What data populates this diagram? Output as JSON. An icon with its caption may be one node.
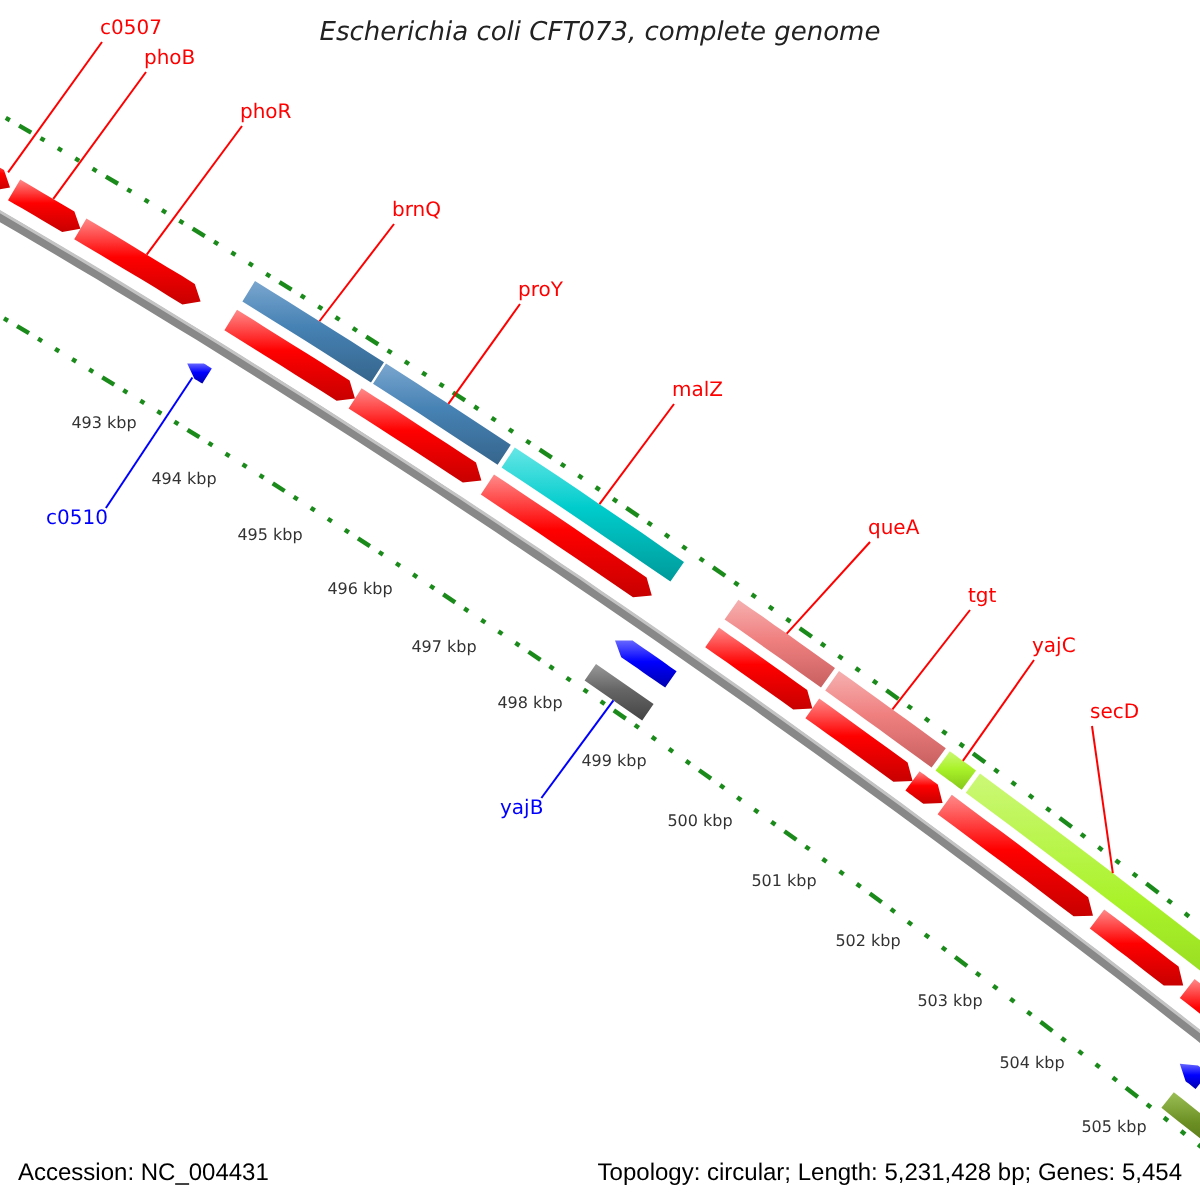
{
  "diagram": {
    "title": "Escherichia coli CFT073, complete genome",
    "nodes": [
      {
        "text": [
          "c0507"
        ]
      },
      {
        "text": [
          "phoB"
        ]
      },
      {
        "text": [
          "phoR"
        ]
      },
      {
        "text": [
          "brnQ"
        ]
      },
      {
        "text": [
          "proY"
        ]
      },
      {
        "text": [
          "malZ"
        ]
      },
      {
        "text": [
          "c0510"
        ]
      },
      {
        "text": [
          "queA"
        ]
      },
      {
        "text": [
          "tgt"
        ]
      },
      {
        "text": [
          "yajC"
        ]
      },
      {
        "text": [
          "secD"
        ]
      },
      {
        "text": [
          "yajB"
        ]
      },
      {
        "text": [],
        "shape": "bar"
      },
      {
        "text": [],
        "shape": "bar"
      },
      {
        "text": [],
        "shape": "bar"
      },
      {
        "text": [],
        "shape": "bar"
      },
      {
        "text": [],
        "shape": "bar"
      },
      {
        "text": [],
        "shape": "bar"
      },
      {
        "text": [],
        "shape": "bar"
      },
      {
        "text": [],
        "shape": "bar"
      },
      {
        "text": [],
        "shape": "bar"
      },
      {
        "text": [],
        "shape": "bar"
      },
      {
        "text": [],
        "shape": "bar"
      },
      {
        "text": [],
        "shape": "bar"
      },
      {
        "text": [],
        "shape": "bar"
      },
      {
        "text": [],
        "shape": "bar"
      },
      {
        "text": [],
        "shape": "bar"
      },
      {
        "text": [],
        "shape": "bar"
      },
      {
        "text": [],
        "shape": "bar"
      },
      {
        "text": [],
        "shape": "bar"
      },
      {
        "text": [],
        "shape": "bar"
      },
      {
        "text": [],
        "shape": "bar"
      },
      {
        "text": [],
        "shape": "bar"
      },
      {
        "text": [],
        "shape": "bar"
      },
      {
        "text": [],
        "shape": "bar"
      },
      {
        "text": [],
        "shape": "bar"
      }
    ],
    "edges": [
      {
        "from": 0,
        "to": 12,
        "arrow": "none"
      },
      {
        "from": 1,
        "to": 13,
        "arrow": "none"
      },
      {
        "from": 2,
        "to": 14,
        "arrow": "none"
      },
      {
        "from": 3,
        "to": 24,
        "arrow": "none"
      },
      {
        "from": 4,
        "to": 25,
        "arrow": "none"
      },
      {
        "from": 5,
        "to": 26,
        "arrow": "none"
      },
      {
        "from": 6,
        "to": 31,
        "arrow": "none",
        "color": "#0000ff"
      },
      {
        "from": 7,
        "to": 27,
        "arrow": "none"
      },
      {
        "from": 8,
        "to": 28,
        "arrow": "none"
      },
      {
        "from": 9,
        "to": 29,
        "arrow": "none"
      },
      {
        "from": 10,
        "to": 30,
        "arrow": "none"
      },
      {
        "from": 11,
        "to": 33,
        "arrow": "none",
        "color": "#0000ff"
      }
    ],
    "labels": [
      "493 kbp",
      "494 kbp",
      "495 kbp",
      "496 kbp",
      "497 kbp",
      "498 kbp",
      "499 kbp",
      "500 kbp",
      "501 kbp",
      "502 kbp",
      "503 kbp",
      "504 kbp",
      "505 kbp",
      "Accession: NC_004431",
      "Topology: circular; Length: 5,231,428 bp; Genes: 5,454"
    ]
  }
}
